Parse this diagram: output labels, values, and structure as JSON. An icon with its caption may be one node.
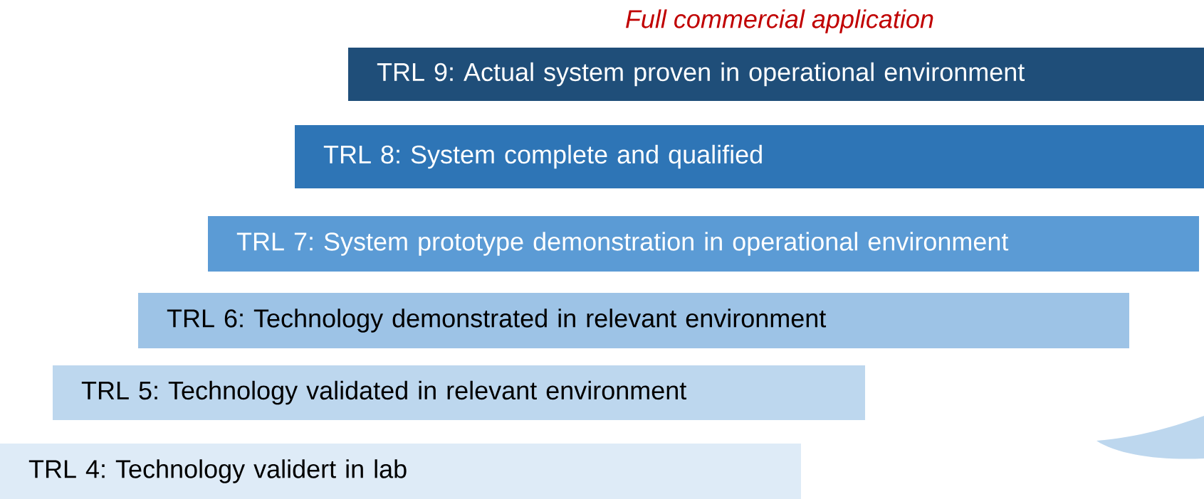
{
  "diagram": {
    "title": "Full commercial application",
    "nodes": [
      {
        "text": [
          "TRL 9: Actual system proven in operational environment"
        ]
      },
      {
        "text": [
          "TRL 8: System complete and qualified"
        ]
      },
      {
        "text": [
          "TRL 7: System prototype demonstration in operational environment"
        ]
      },
      {
        "text": [
          "TRL 6: Technology demonstrated in relevant environment"
        ]
      },
      {
        "text": [
          "TRL 5: Technology validated in relevant environment"
        ]
      },
      {
        "text": [
          "TRL 4: Technology validert in lab"
        ]
      },
      {
        "text": [],
        "shape": "curve"
      }
    ]
  }
}
